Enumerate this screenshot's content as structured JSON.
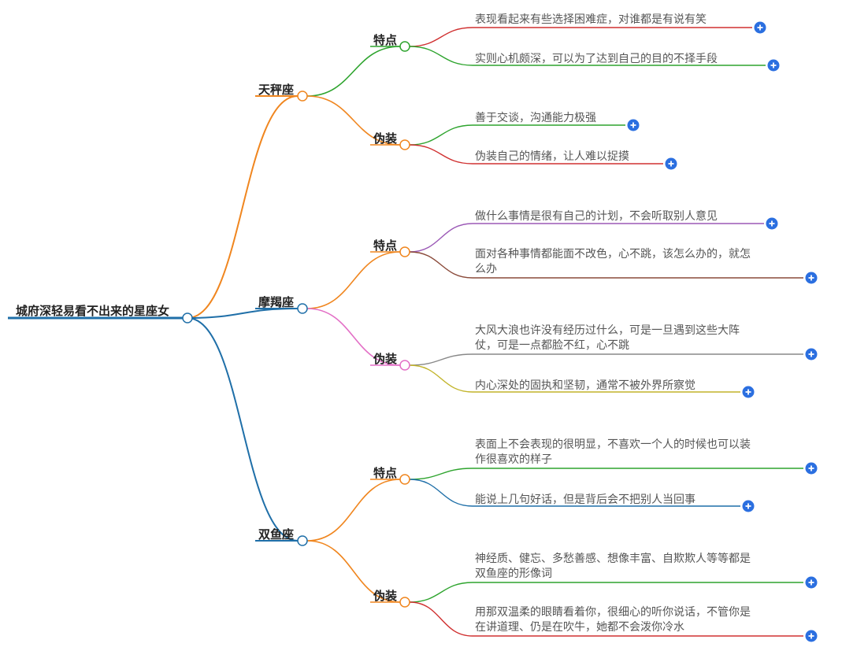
{
  "root": {
    "label": "城府深轻易看不出来的星座女",
    "color": "#1f6fa8"
  },
  "branches": [
    {
      "label": "天秤座",
      "color": "#f0861f",
      "groups": [
        {
          "label": "特点",
          "color": "#2ea42e",
          "leaves": [
            {
              "lines": [
                "表现看起来有些选择困难症，对谁都是有说有笑"
              ],
              "color": "#d03030"
            },
            {
              "lines": [
                "实则心机颇深，可以为了达到自己的目的不择手段"
              ],
              "color": "#2ea42e"
            }
          ]
        },
        {
          "label": "伪装",
          "color": "#f0861f",
          "leaves": [
            {
              "lines": [
                "善于交谈，沟通能力极强"
              ],
              "color": "#2ea42e"
            },
            {
              "lines": [
                "伪装自己的情绪，让人难以捉摸"
              ],
              "color": "#d03030"
            }
          ]
        }
      ]
    },
    {
      "label": "摩羯座",
      "color": "#1f6fa8",
      "groups": [
        {
          "label": "特点",
          "color": "#f0861f",
          "leaves": [
            {
              "lines": [
                "做什么事情是很有自己的计划，不会听取别人意见"
              ],
              "color": "#9b59b6"
            },
            {
              "lines": [
                "面对各种事情都能面不改色，心不跳，该怎么办的，就怎",
                "么办"
              ],
              "color": "#8a4a3a"
            }
          ]
        },
        {
          "label": "伪装",
          "color": "#e36fc6",
          "leaves": [
            {
              "lines": [
                "大风大浪也许没有经历过什么，可是一旦遇到这些大阵",
                "仗，可是一点都脸不红，心不跳"
              ],
              "color": "#888888"
            },
            {
              "lines": [
                "内心深处的固执和坚韧，通常不被外界所察觉"
              ],
              "color": "#c2b42a"
            }
          ]
        }
      ]
    },
    {
      "label": "双鱼座",
      "color": "#1f6fa8",
      "groups": [
        {
          "label": "特点",
          "color": "#f0861f",
          "leaves": [
            {
              "lines": [
                "表面上不会表现的很明显，不喜欢一个人的时候也可以装",
                "作很喜欢的样子"
              ],
              "color": "#2ea42e"
            },
            {
              "lines": [
                "能说上几句好话，但是背后会不把别人当回事"
              ],
              "color": "#1f6fa8"
            }
          ]
        },
        {
          "label": "伪装",
          "color": "#f0861f",
          "leaves": [
            {
              "lines": [
                "神经质、健忘、多愁善感、想像丰富、自欺欺人等等都是",
                "双鱼座的形像词"
              ],
              "color": "#2ea42e"
            },
            {
              "lines": [
                "用那双温柔的眼睛看着你，很细心的听你说话，不管你是",
                "在讲道理、仍是在吹牛，她都不会泼你冷水"
              ],
              "color": "#d03030"
            }
          ]
        }
      ]
    }
  ],
  "theme": {
    "expand_button_color": "#2b6fe0",
    "text_color": "#555555"
  },
  "icons": {
    "expand": "plus-icon"
  }
}
